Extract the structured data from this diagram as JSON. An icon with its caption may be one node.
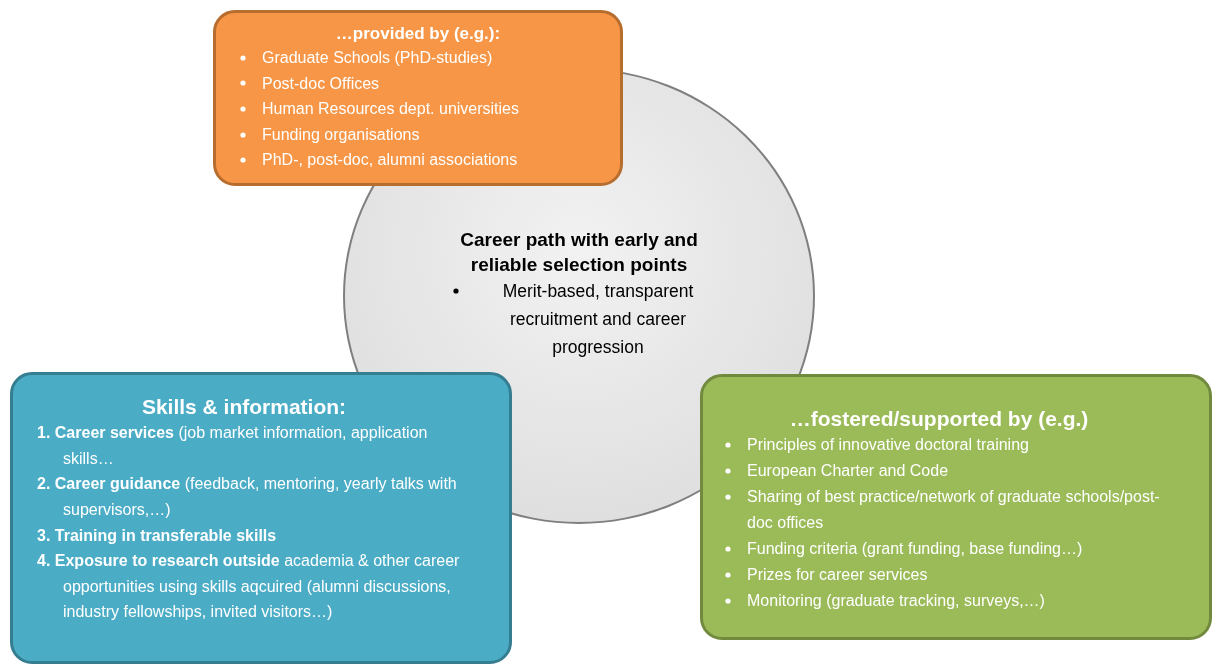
{
  "diagram": {
    "nodes": [
      {
        "text": [
          "Career path with early and reliable selection points",
          "Merit-based, transparent recruitment and career progression"
        ]
      },
      {
        "text": [
          "…provided by (e.g.):",
          "Graduate Schools (PhD-studies)",
          "Post-doc Offices",
          "Human Resources dept. universities",
          "Funding organisations",
          "PhD-, post-doc, alumni associations"
        ]
      },
      {
        "text": [
          "Skills & information:",
          "**1.** **Career services** (job market information, application skills…",
          "**2.** **Career guidance** (feedback, mentoring, yearly talks with supervisors,…)",
          "**3.** **Training in transferable skills**",
          "**4.** **Exposure to research outside** academia & other career opportunities using skills aqcuired (alumni discussions,  industry fellowships, invited visitors…)"
        ]
      },
      {
        "text": [
          "…fostered/supported by (e.g.)",
          "Principles of innovative doctoral training",
          "European Charter and Code",
          "Sharing of best practice/network of graduate schools/post-doc offices",
          "Funding criteria (grant funding, base funding…)",
          "Prizes for career services",
          "Monitoring (graduate tracking, surveys,…)"
        ]
      }
    ],
    "edges": []
  }
}
